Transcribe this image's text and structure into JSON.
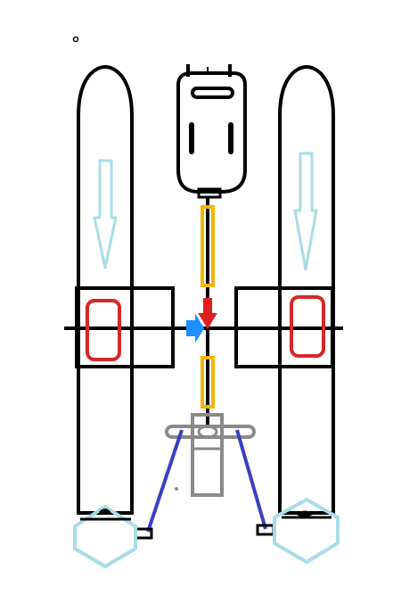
{
  "diagram": {
    "colors": {
      "background": "#ffffff",
      "outline": "#000000",
      "flow_arrow": "#a8dce8",
      "mount_pad": "#d62828",
      "shaft_segment": "#f2b705",
      "pivot_red": "#e02020",
      "pivot_blue": "#1e90ff",
      "hub": "#8a8a8a",
      "link": "#3a3fbf",
      "foot_hex": "#a8dce8"
    },
    "shapes": {
      "left_float": "float-outline",
      "right_float": "float-outline",
      "top_motor": "motor-housing",
      "left_clamp": "clamp-frame",
      "right_clamp": "clamp-frame",
      "center_shaft": "vertical-shaft",
      "crossbar": "horizontal-crossbar",
      "left_arrow": "down-arrow",
      "right_arrow": "down-arrow",
      "left_pad": "rounded-pad",
      "right_pad": "rounded-pad",
      "upper_yellow": "shaft-segment",
      "lower_yellow": "shaft-segment",
      "red_arrow": "pivot-arrow",
      "blue_arrow": "pivot-arrow",
      "hub_assembly": "gray-hub",
      "left_link": "link-bar",
      "right_link": "link-bar",
      "left_hex": "hex-foot",
      "right_hex": "hex-foot",
      "left_small_square": "connector-block",
      "right_small_square": "connector-block",
      "top_left_dot": "marker-dot"
    }
  }
}
